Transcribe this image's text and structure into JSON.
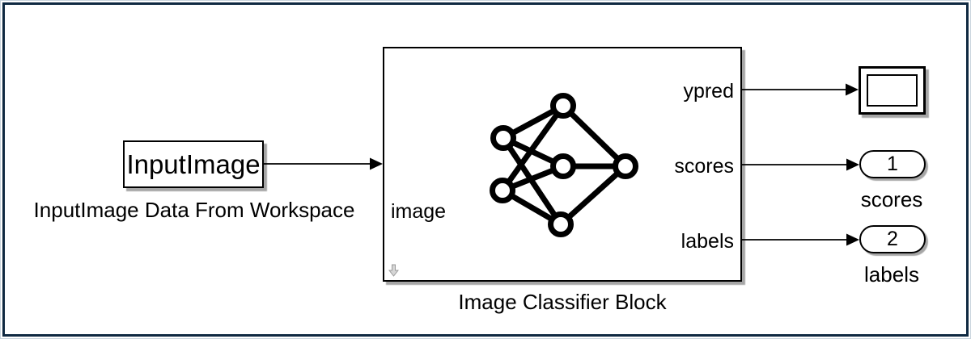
{
  "source": {
    "name": "InputImage",
    "caption": "InputImage Data From Workspace"
  },
  "classifier": {
    "caption": "Image Classifier Block",
    "input_port": "image",
    "output_ports": [
      "ypred",
      "scores",
      "labels"
    ]
  },
  "outports": [
    {
      "number": "1",
      "caption": "scores"
    },
    {
      "number": "2",
      "caption": "labels"
    }
  ],
  "icons": {
    "classifier_icon": "neural-network-icon",
    "badge": "look-under-mask-arrow-icon",
    "display": "display-screen-icon"
  },
  "colors": {
    "frame_border": "#0f2941",
    "block_border": "#000000",
    "signal_line": "#000000",
    "background": "#ffffff",
    "badge_gray": "#d4d4d4"
  }
}
